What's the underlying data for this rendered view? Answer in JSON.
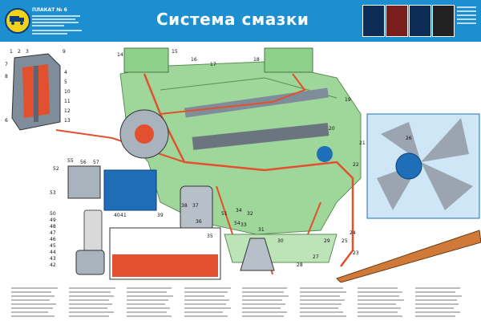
{
  "header": {
    "poster_number": "ПЛАКАТ № 6",
    "title": "Система смазки",
    "colors": {
      "header_bg": "#1d8fd1",
      "logo": "#f4d21b"
    },
    "logo_icon": "truck-icon"
  },
  "diagram": {
    "colors": {
      "engine_block": "#9fd69a",
      "oil_line": "#e2502f",
      "metal": "#7f8c99",
      "detail_panel": "#cfe6f7"
    },
    "callouts": [
      "1",
      "2",
      "3",
      "4",
      "5",
      "6",
      "7",
      "8",
      "9",
      "10",
      "11",
      "12",
      "13",
      "14",
      "15",
      "16",
      "17",
      "18",
      "19",
      "20",
      "21",
      "22",
      "23",
      "24",
      "25",
      "26",
      "27",
      "28",
      "29",
      "30",
      "31",
      "32",
      "33",
      "34",
      "35",
      "36",
      "37",
      "38",
      "39",
      "40",
      "41",
      "42",
      "43",
      "44",
      "45",
      "46",
      "47",
      "48",
      "49",
      "50",
      "51",
      "52",
      "53",
      "54",
      "55",
      "56",
      "57"
    ]
  }
}
